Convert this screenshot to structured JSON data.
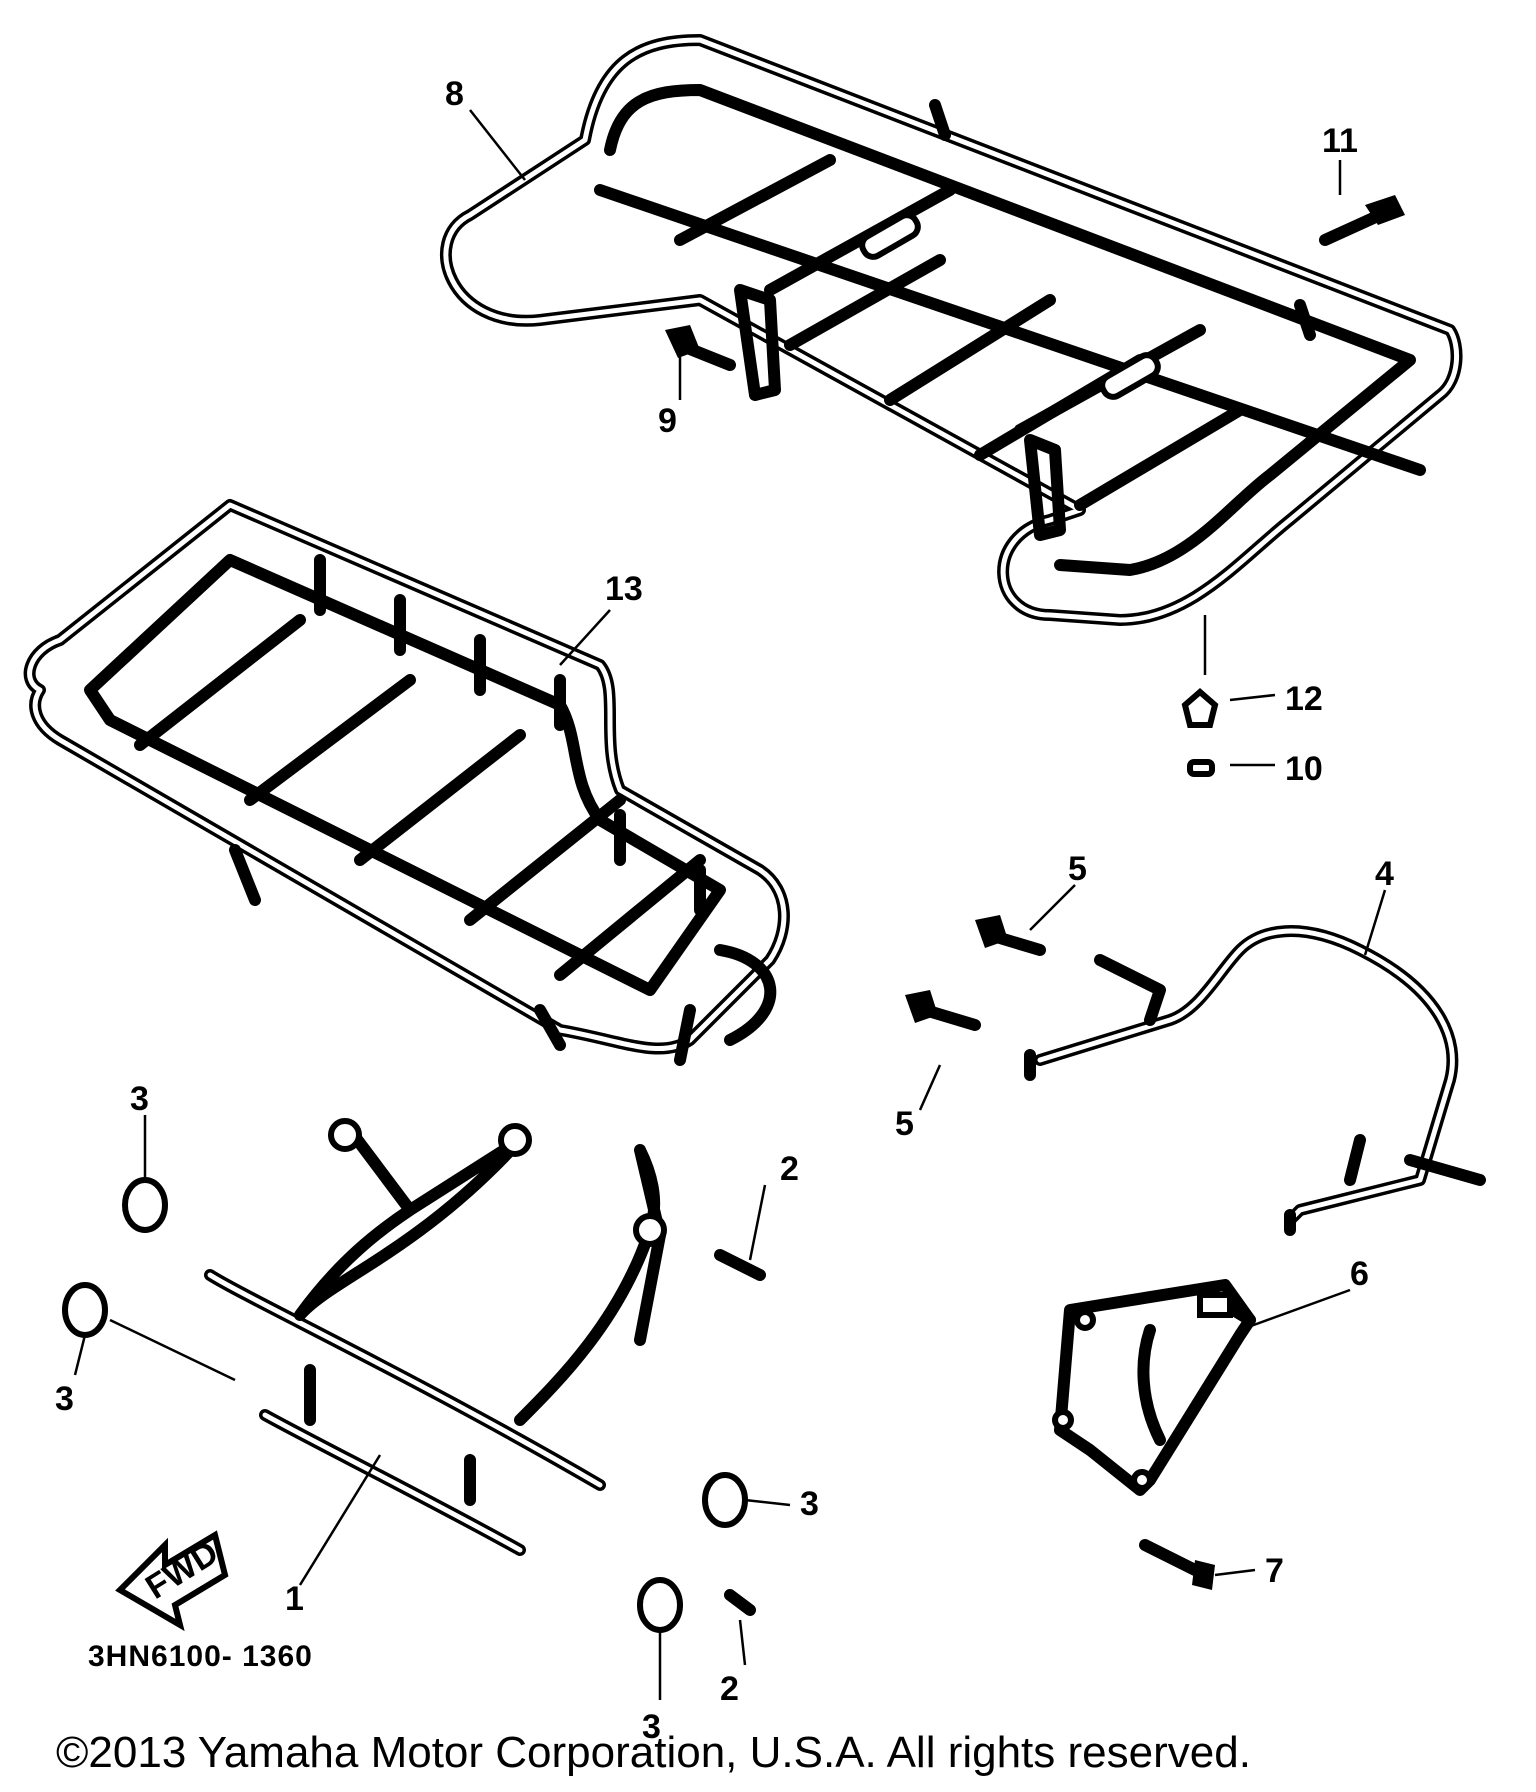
{
  "diagram": {
    "callouts": [
      {
        "id": "c8",
        "text": "8"
      },
      {
        "id": "c11",
        "text": "11"
      },
      {
        "id": "c9",
        "text": "9"
      },
      {
        "id": "c13",
        "text": "13"
      },
      {
        "id": "c12",
        "text": "12"
      },
      {
        "id": "c10",
        "text": "10"
      },
      {
        "id": "c5a",
        "text": "5"
      },
      {
        "id": "c4",
        "text": "4"
      },
      {
        "id": "c5b",
        "text": "5"
      },
      {
        "id": "c3a",
        "text": "3"
      },
      {
        "id": "c2a",
        "text": "2"
      },
      {
        "id": "c6",
        "text": "6"
      },
      {
        "id": "c3b",
        "text": "3"
      },
      {
        "id": "c3c",
        "text": "3"
      },
      {
        "id": "c1",
        "text": "1"
      },
      {
        "id": "c7",
        "text": "7"
      },
      {
        "id": "c2b",
        "text": "2"
      },
      {
        "id": "c3d",
        "text": "3"
      }
    ],
    "fwd_label": "FWD",
    "diagram_code": "3HN6100- 1360",
    "copyright": "©2013 Yamaha Motor Corporation, U.S.A. All rights reserved."
  }
}
